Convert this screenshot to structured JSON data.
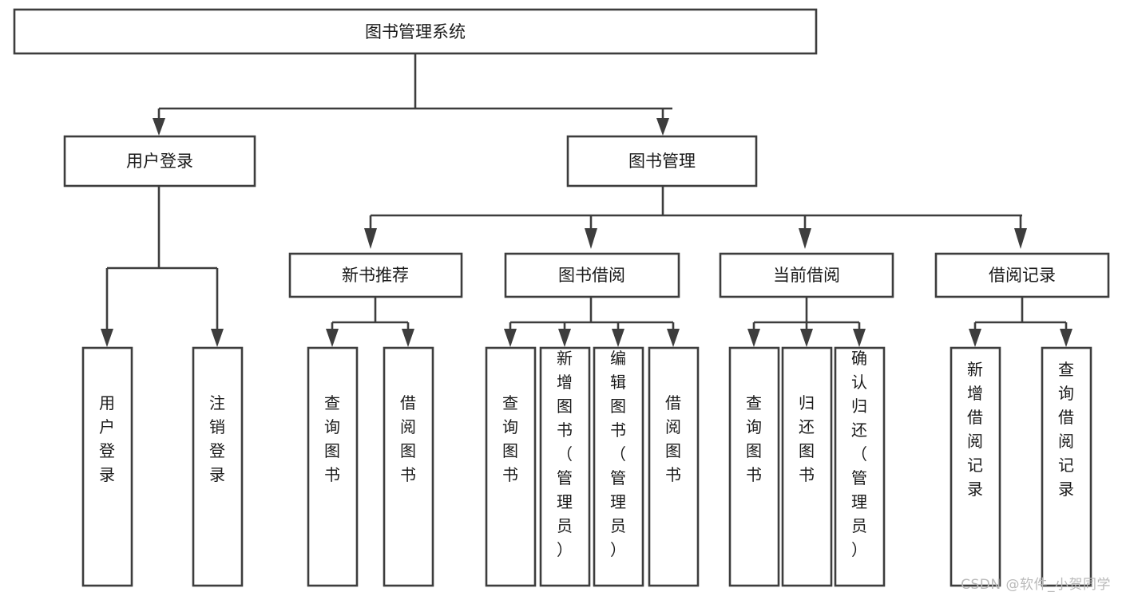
{
  "diagram": {
    "title": "图书管理系统",
    "type": "tree-hierarchy-diagram",
    "colors": {
      "box_stroke": "#3d3d3d",
      "box_fill": "#ffffff",
      "text": "#1a1a1a",
      "background": "#ffffff",
      "watermark": "#b9b9b9"
    },
    "root": {
      "label": "图书管理系统"
    },
    "level2": {
      "user_login": "用户登录",
      "book_manage": "图书管理"
    },
    "level3": {
      "new_book_recommend": "新书推荐",
      "book_borrow": "图书借阅",
      "current_borrow": "当前借阅",
      "borrow_record": "借阅记录"
    },
    "leaves": {
      "user_login_1": "用户登录",
      "user_login_2": "注销登录",
      "recommend_1": "查询图书",
      "recommend_2": "借阅图书",
      "borrow_1": "查询图书",
      "borrow_2": "新增图书（管理员）",
      "borrow_3": "编辑图书（管理员）",
      "borrow_4": "借阅图书",
      "current_1": "查询图书",
      "current_2": "归还图书",
      "current_3": "确认归还（管理员）",
      "record_1": "新增借阅记录",
      "record_2": "查询借阅记录"
    },
    "watermark": "CSDN @软件_小贺同学"
  }
}
